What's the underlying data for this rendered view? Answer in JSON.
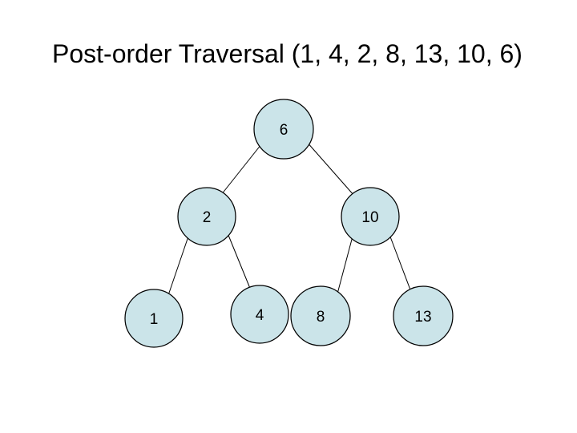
{
  "slide": {
    "title": "Post-order Traversal (1, 4, 2, 8, 13, 10, 6)"
  },
  "colors": {
    "background": "#ffffff",
    "title_text": "#000000",
    "node_fill": "#cbe4e9",
    "node_stroke": "#000000",
    "node_text": "#000000",
    "edge": "#000000"
  },
  "tree": {
    "type": "binary-tree-diagram",
    "traversal_type": "Post-order",
    "traversal_order": "1, 4, 2, 8, 13, 10, 6",
    "root": "6",
    "nodes": [
      {
        "label": "6"
      },
      {
        "label": "2"
      },
      {
        "label": "10"
      },
      {
        "label": "1"
      },
      {
        "label": "4"
      },
      {
        "label": "8"
      },
      {
        "label": "13"
      }
    ],
    "edges": [
      {
        "from": "6",
        "to": "2"
      },
      {
        "from": "6",
        "to": "10"
      },
      {
        "from": "2",
        "to": "1"
      },
      {
        "from": "2",
        "to": "4"
      },
      {
        "from": "10",
        "to": "8"
      },
      {
        "from": "10",
        "to": "13"
      }
    ]
  }
}
